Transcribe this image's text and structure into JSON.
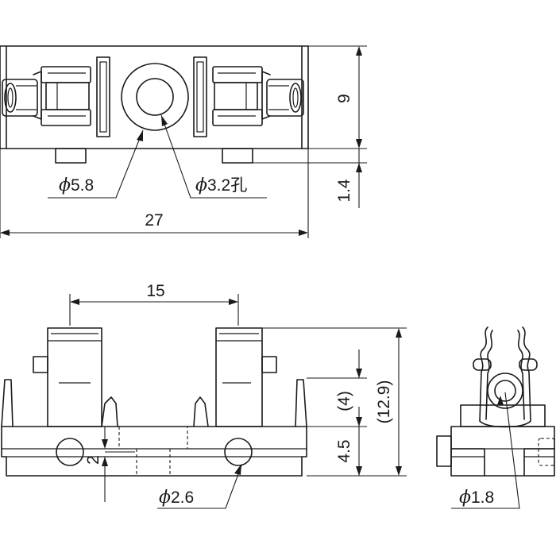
{
  "views": {
    "top": {
      "name": "top-view"
    },
    "front": {
      "name": "front-view"
    },
    "side": {
      "name": "side-view"
    }
  },
  "dimensions": {
    "phi_symbol": "ϕ",
    "outer_diameter": "5.8",
    "hole_diameter": "3.2孔",
    "total_length": "27",
    "body_height": "9",
    "pin_height": "1.4",
    "clip_spacing": "15",
    "clip_height": "(4)",
    "base_height": "4.5",
    "overall_height": "(12.9)",
    "hole_offset": "2",
    "pin_hole_diameter": "2.6",
    "side_hole_diameter": "1.8"
  }
}
